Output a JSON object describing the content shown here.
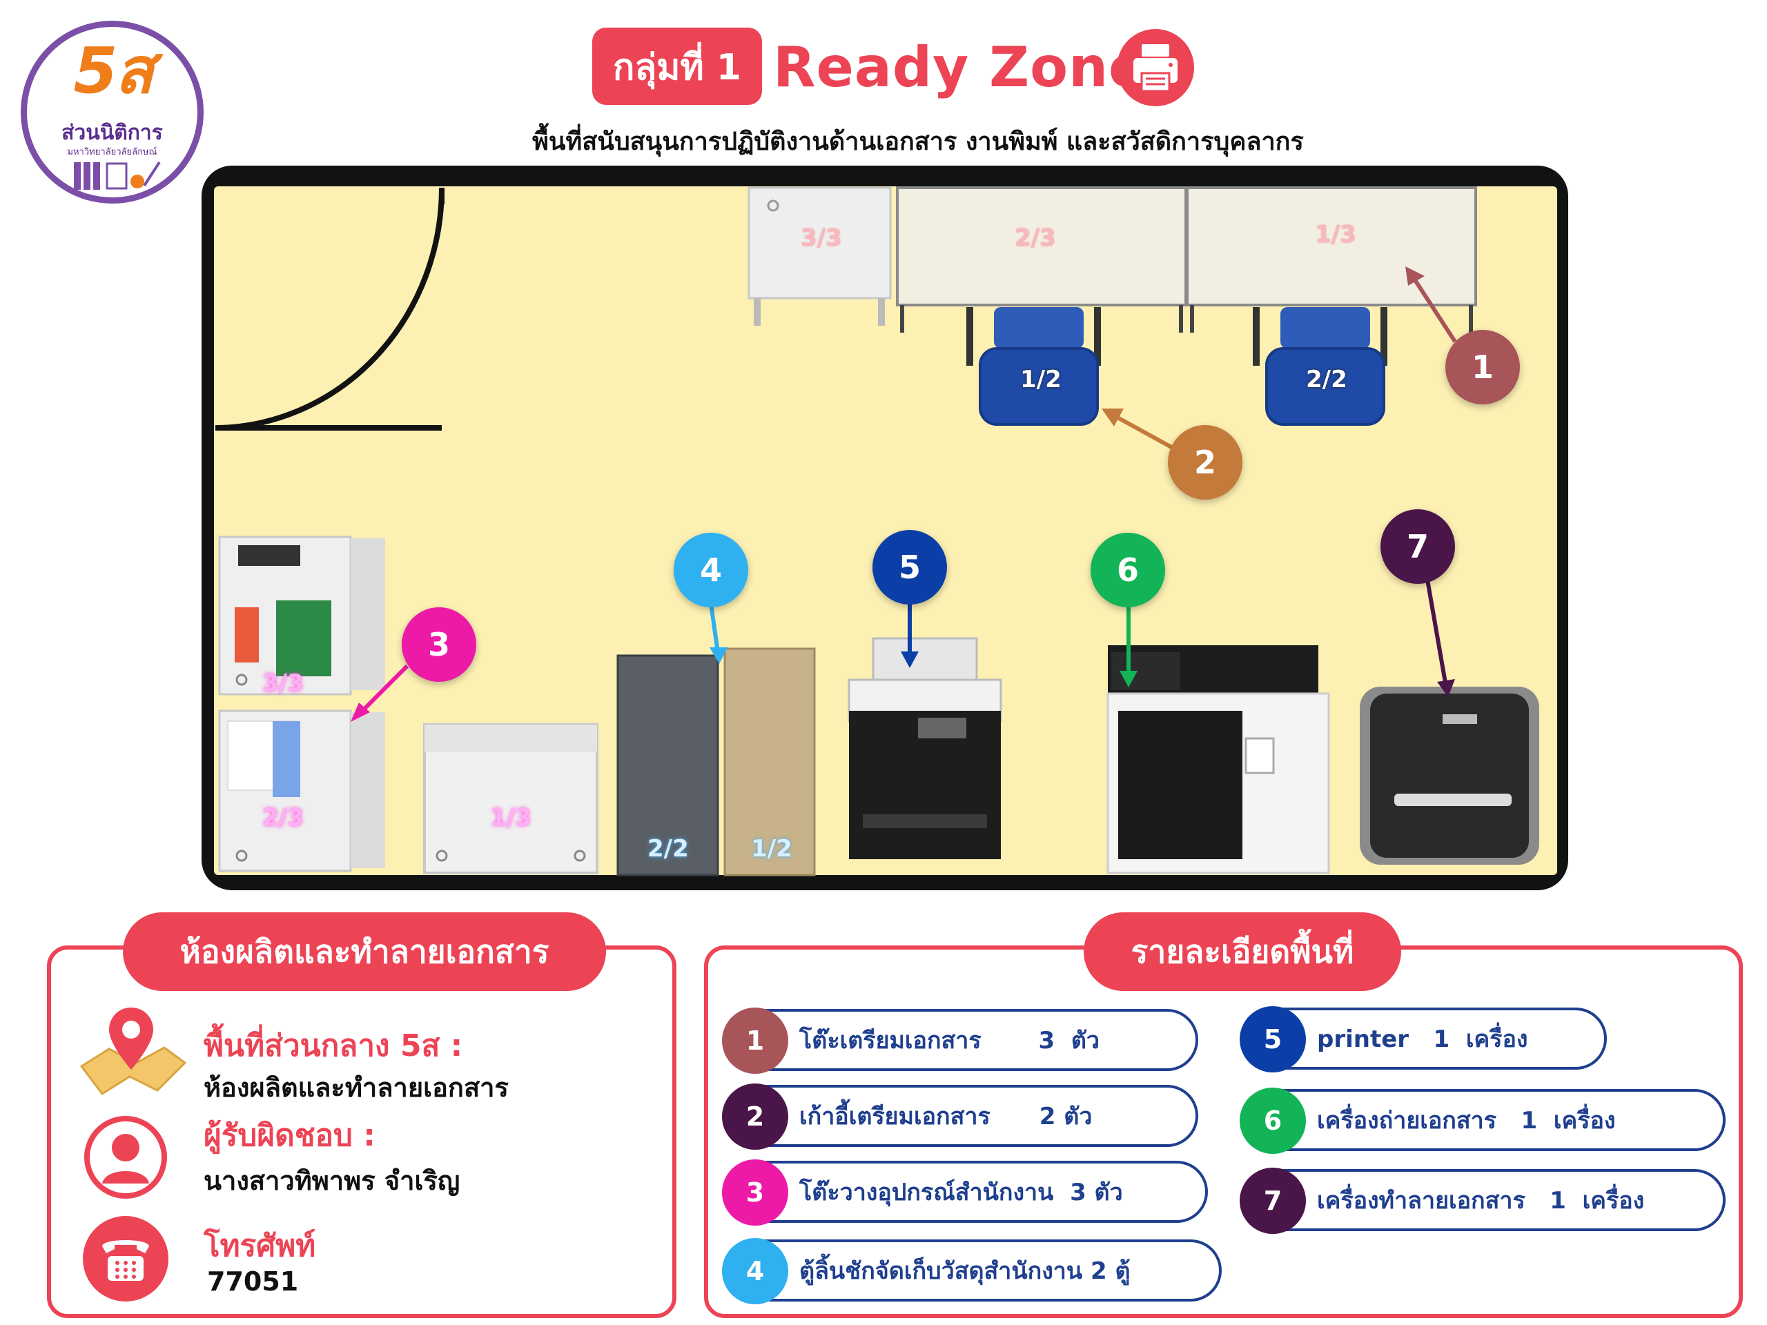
{
  "logo": {
    "mark": "5ส",
    "name": "ส่วนนิติการ",
    "subtitle": "มหาวิทยาลัยวลัยลักษณ์"
  },
  "header": {
    "group_label": "กลุ่มที่ 1",
    "zone_name": "Ready Zone",
    "subtitle": "พื้นที่สนับสนุนการปฏิบัติงานด้านเอกสาร งานพิมพ์ และสวัสดิการบุคลากร",
    "icon": "printer-icon"
  },
  "floor_plan": {
    "fractions": {
      "cabinet_top": "3/3",
      "desk_mid": "2/3",
      "desk_right": "1/3",
      "chair_left": "1/2",
      "chair_right": "2/2",
      "wall_cabinet_top": "3/3",
      "wall_cabinet_bottom": "2/3",
      "box_cabinet": "1/3",
      "drawer_dark": "2/2",
      "drawer_light": "1/2"
    },
    "badges": [
      {
        "num": "1",
        "color": "#a8555a"
      },
      {
        "num": "2",
        "color": "#c47a3a"
      },
      {
        "num": "3",
        "color": "#ec1aa7"
      },
      {
        "num": "4",
        "color": "#2fb0f0"
      },
      {
        "num": "5",
        "color": "#0b3ea6"
      },
      {
        "num": "6",
        "color": "#12b457"
      },
      {
        "num": "7",
        "color": "#4a1548"
      }
    ]
  },
  "room_panel": {
    "header": "ห้องผลิตและทำลายเอกสาร",
    "location_label": "พื้นที่ส่วนกลาง 5ส :",
    "location_value": "ห้องผลิตและทำลายเอกสาร",
    "owner_label": "ผู้รับผิดชอบ :",
    "owner_value": "นางสาวทิพาพร จำเริญ",
    "phone_label": "โทรศัพท์",
    "phone_value": "77051",
    "icons": [
      "map-pin-icon",
      "person-icon",
      "telephone-icon"
    ]
  },
  "details_panel": {
    "header": "รายละเอียดพื้นที่",
    "items": [
      {
        "num": "1",
        "text": "โต๊ะเตรียมเอกสาร       3  ตัว",
        "color": "#a8555a"
      },
      {
        "num": "2",
        "text": "เก้าอี้เตรียมเอกสาร      2 ตัว",
        "color": "#4a1548"
      },
      {
        "num": "3",
        "text": "โต๊ะวางอุปกรณ์สำนักงาน  3 ตัว",
        "color": "#ec1aa7"
      },
      {
        "num": "4",
        "text": "ตู้ลิ้นชักจัดเก็บวัสดุสำนักงาน 2 ตู้",
        "color": "#2fb0f0"
      },
      {
        "num": "5",
        "text": "printer   1  เครื่อง",
        "color": "#0b3ea6"
      },
      {
        "num": "6",
        "text": "เครื่องถ่ายเอกสาร   1  เครื่อง",
        "color": "#12b457"
      },
      {
        "num": "7",
        "text": "เครื่องทำลายเอกสาร   1  เครื่อง",
        "color": "#4a1548"
      }
    ]
  },
  "colors": {
    "accent": "#ec4455",
    "floor": "#fcf0b2",
    "wall": "#121212",
    "pill_border": "#1f3f8f"
  }
}
